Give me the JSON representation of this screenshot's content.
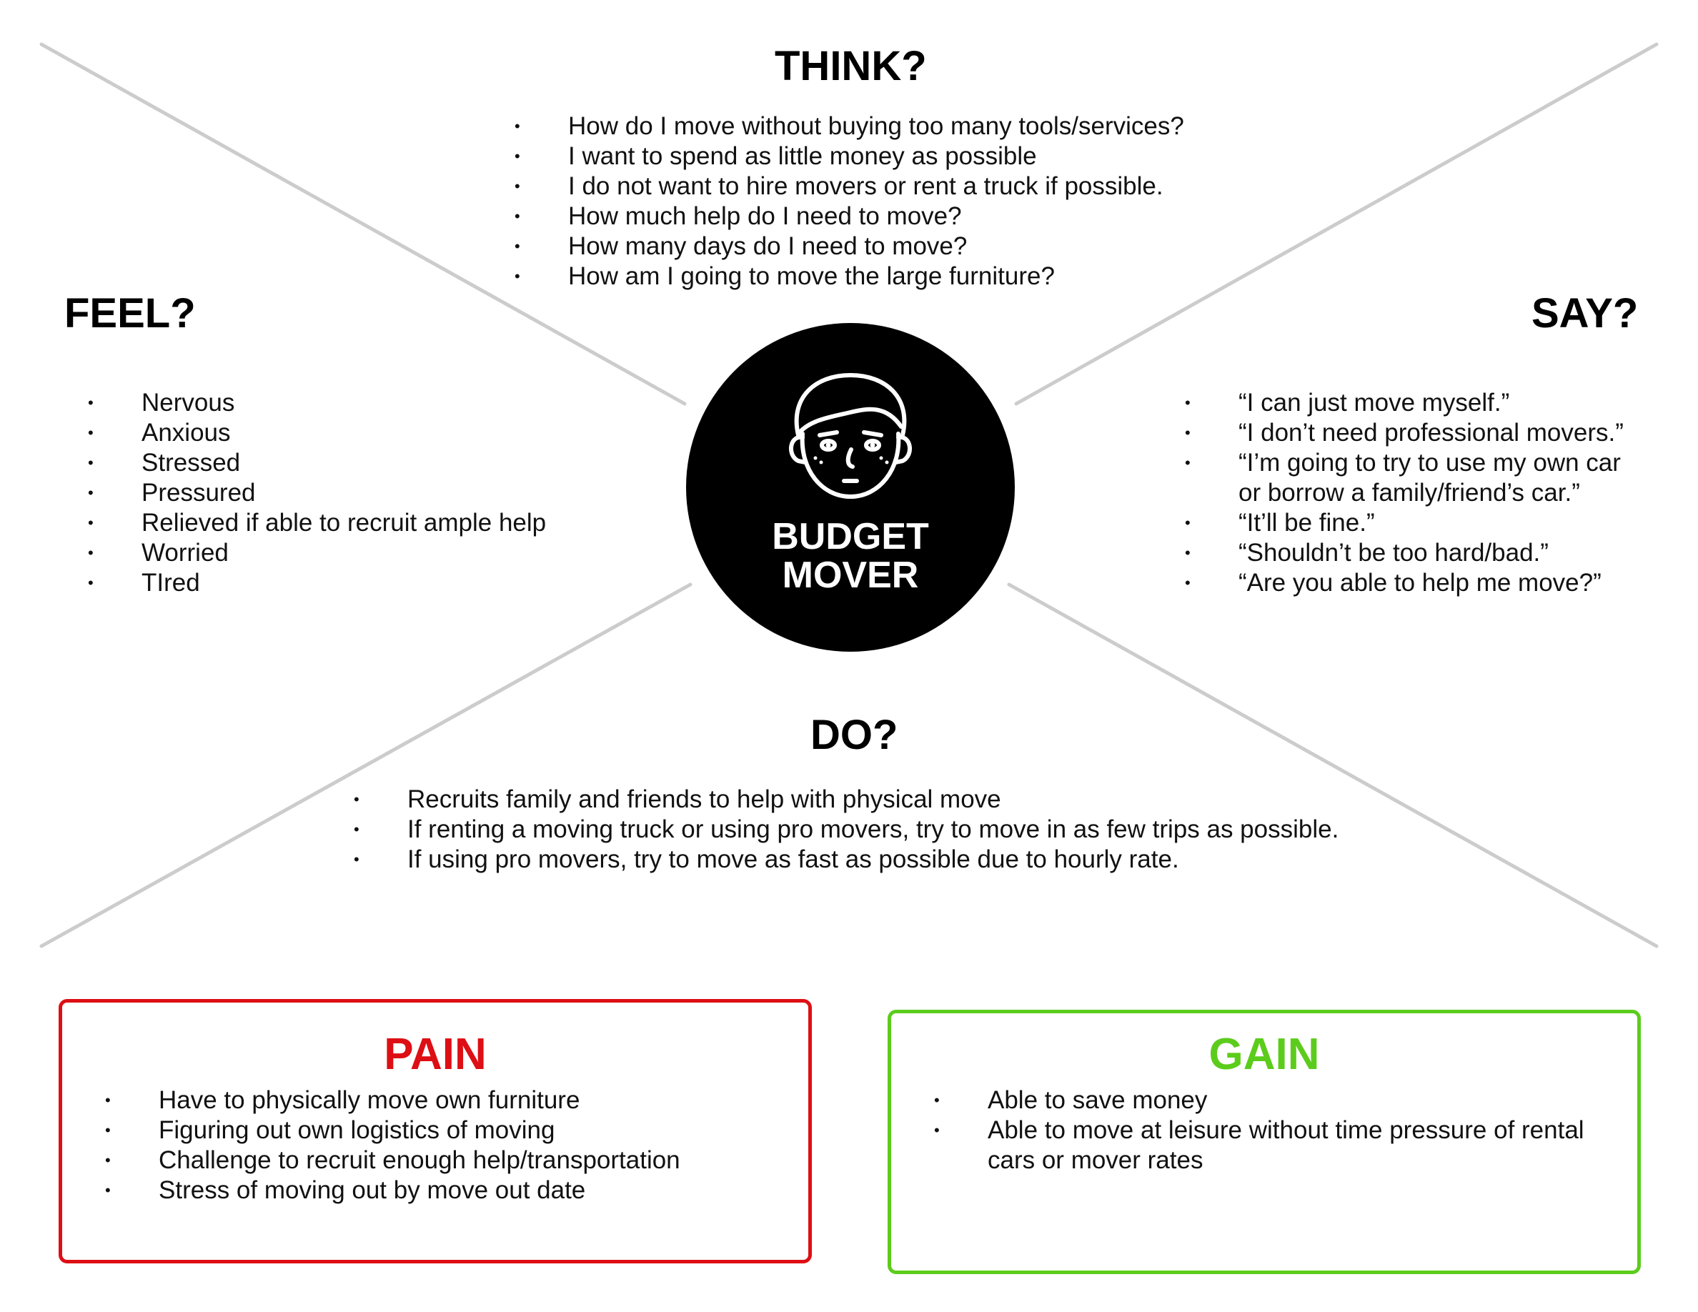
{
  "colors": {
    "lines": "#cccccc",
    "circle": "#000000",
    "pain": "#dd0f14",
    "gain": "#5ccc1c"
  },
  "think": {
    "heading": "THINK?",
    "items": [
      "How do I move without buying too many tools/services?",
      "I want to spend as little money as possible",
      "I do not want to hire movers or rent a truck if possible.",
      "How much help do I need to move?",
      "How many days do I need to move?",
      "How am I going to move the large furniture?"
    ]
  },
  "feel": {
    "heading": "FEEL?",
    "items": [
      "Nervous",
      "Anxious",
      "Stressed",
      "Pressured",
      "Relieved if able to recruit ample help",
      "Worried",
      "TIred"
    ]
  },
  "say": {
    "heading": "SAY?",
    "items": [
      "“I can just move myself.”",
      "“I don’t need professional movers.”",
      "“I’m going to try to use my own car or borrow a family/friend’s car.”",
      "“It’ll be fine.”",
      "“Shouldn’t be too hard/bad.”",
      "“Are you able to help me move?”"
    ]
  },
  "do": {
    "heading": "DO?",
    "items": [
      "Recruits family and friends to help with physical move",
      "If renting a moving truck or using pro movers, try to move in as few trips as possible.",
      "If using pro movers, try to move as fast as possible due to hourly rate."
    ]
  },
  "persona": {
    "name": "BUDGET\nMOVER",
    "icon": "person-face-icon"
  },
  "pain": {
    "title": "PAIN",
    "items": [
      "Have to physically move own furniture",
      "Figuring out own logistics of moving",
      "Challenge to recruit enough help/transportation",
      "Stress of moving out by move out date"
    ]
  },
  "gain": {
    "title": "GAIN",
    "items": [
      "Able to save money",
      "Able to move at leisure without time pressure of rental cars or mover rates"
    ]
  }
}
